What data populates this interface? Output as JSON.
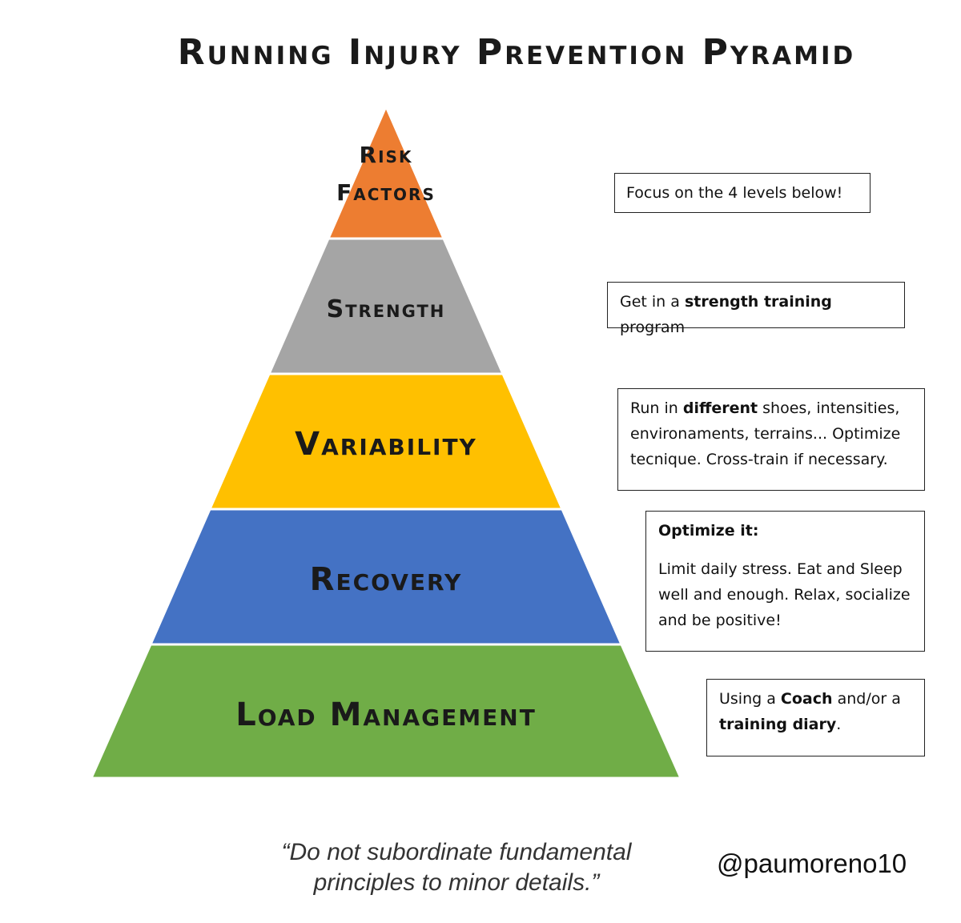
{
  "title": "Running Injury Prevention Pyramid",
  "levels": [
    {
      "label_lines": [
        "Risk",
        "Factors"
      ],
      "color": "#ED7D31"
    },
    {
      "label_lines": [
        "Strength"
      ],
      "color": "#A5A5A5"
    },
    {
      "label_lines": [
        "Variability"
      ],
      "color": "#FFC000"
    },
    {
      "label_lines": [
        "Recovery"
      ],
      "color": "#4472C4"
    },
    {
      "label_lines": [
        "Load Management"
      ],
      "color": "#70AD47"
    }
  ],
  "notes": {
    "risk": {
      "text": "Focus on the 4 levels below!"
    },
    "strength": {
      "before": "Get in a ",
      "bold": "strength training",
      "after": " program"
    },
    "variability": {
      "before": "Run in ",
      "bold": "different",
      "after": " shoes, intensities, environaments, terrains... Optimize tecnique. Cross-train if necessary."
    },
    "recovery": {
      "heading": "Optimize it:",
      "text": "Limit daily stress. Eat and Sleep well and enough. Relax, socialize and be positive!"
    },
    "load": {
      "before": "Using a ",
      "bold1": "Coach",
      "middle": " and/or a ",
      "bold2": "training diary",
      "after": "."
    }
  },
  "quote": "“Do not subordinate fundamental principles to minor details.”",
  "handle": "@paumoreno10"
}
